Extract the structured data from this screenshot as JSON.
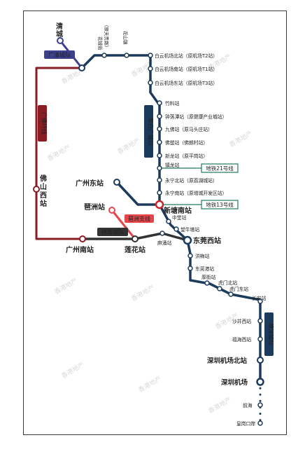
{
  "colors": {
    "line_navy": "#1b3a5c",
    "line_darkred": "#8a1d24",
    "line_purple": "#3d3f8f",
    "line_dark": "#333333",
    "line_red": "#e8454a",
    "line_green": "#1e7a5e",
    "hub_red": "#c9242b"
  },
  "watermark": "香港地产",
  "map": {
    "stations": {
      "qingcheng": "清城",
      "huashan": "花山镇",
      "huadu": "花城街",
      "huadu_note": "（原天贵路）",
      "baiyun_north": "白云机场北站（原机场T2站）",
      "baiyun_south": "白云机场南站（原机场T1站）",
      "baiyun_east": "白云机场东站（原机场T3站）",
      "zhuliao": "竹料站",
      "zhonglu": "钟落潭站（原健康产业城站）",
      "jiufo": "九佛站（原马头庄站）",
      "fotang": "佛塑站（佛朗村站）",
      "xinlong": "新龙站（原平岗站）",
      "zhenlong": "镇龙站",
      "yongning_north": "永宁北站（原荔湖城站）",
      "yongning_south": "永宁南站（原增城开发区站）",
      "guangzhou_east": "广州东站",
      "xintang_south": "新塘南站",
      "zhongtang": "中堂站",
      "wangniudun": "望牛墩站",
      "dongguan_west": "东莞西站",
      "hongmei": "洪梅站",
      "dongguan_port": "东莞港站",
      "houjie": "厚街站",
      "humen_north": "虎门北站",
      "humen_east": "虎门东站",
      "changan": "长安站",
      "shajing_west": "沙井西站",
      "fuhai_west": "福海西站",
      "shenzhen_airport_north": "深圳机场北站",
      "shenzhen_airport": "深圳机场",
      "qianhai": "前海",
      "huanggang": "皇岗口岸",
      "foshan_west": "佛山西站",
      "guangzhou_south": "广州南站",
      "lianhua": "莲花站",
      "machong": "麻涌站",
      "pazhou": "琶洲站"
    },
    "line_labels": {
      "guangqing": "广清城际",
      "guangfo_ring": "广佛环线",
      "xinbai_guang": "新白广城际",
      "guanghui": "佛莞城际",
      "pazhou_branch": "琶洲支线",
      "suishen": "穗深城际"
    },
    "metro_tags": {
      "line21": "地铁21号线",
      "line13": "地铁13号线"
    }
  }
}
